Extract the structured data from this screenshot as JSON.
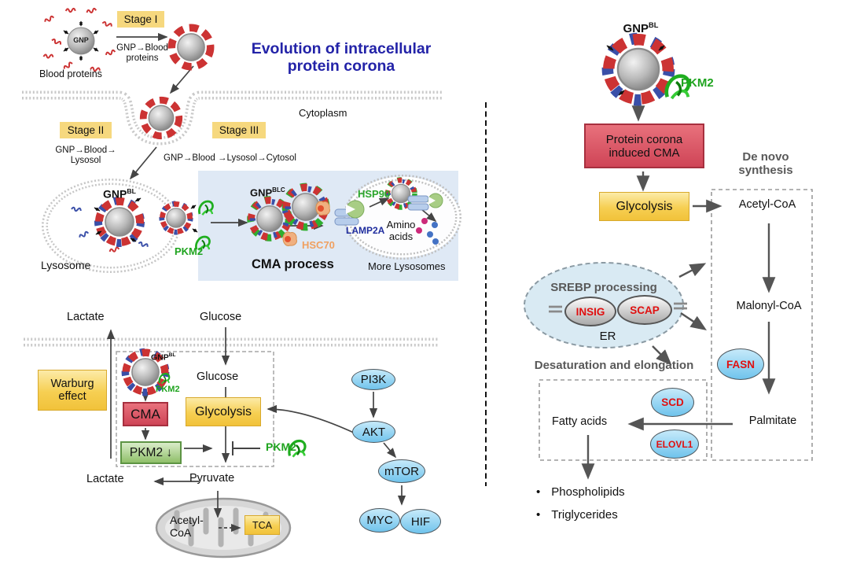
{
  "colors": {
    "stage_label_bg": "#f6d87e",
    "title_blue": "#2323a8",
    "panel_blue": "#dfe9f5",
    "box_yellow": "#f5c843",
    "box_red": "#d94f5f",
    "box_green": "#9cc273",
    "node_blue": "#8fd0f0",
    "text_green": "#1fa41f",
    "text_red": "#e01010",
    "text_gray": "#595959",
    "hsc70_orange": "#f0a060",
    "lamp2a_blue": "#1f2d9e",
    "hsp90_green": "#2ba52b"
  },
  "left_top": {
    "stage1": {
      "label": "Stage I",
      "sub1": "GNP→Blood",
      "sub2": "proteins"
    },
    "gnp": "GNP",
    "blood_proteins": "Blood proteins",
    "title1": "Evolution of intracellular",
    "title2": "protein corona",
    "cytoplasm": "Cytoplasm",
    "stage2": {
      "label": "Stage II",
      "sub1": "GNP→Blood→",
      "sub2": "Lysosol"
    },
    "stage3": {
      "label": "Stage III",
      "sub": "GNP→Blood →Lysosol→Cytosol"
    },
    "gnp_bl": {
      "base": "GNP",
      "sup": "BL"
    },
    "pkm2": "PKM2",
    "lysosome": "Lysosome",
    "cma": {
      "gnp_blc": {
        "base": "GNP",
        "sup": "BLC"
      },
      "hsc70": "HSC70",
      "hsp90": "HSP90",
      "lamp2a": "LAMP2A",
      "amino1": "Amino",
      "amino2": "acids",
      "process": "CMA process",
      "more": "More Lysosomes"
    }
  },
  "left_bottom": {
    "lactate_top": "Lactate",
    "glucose_top": "Glucose",
    "warburg1": "Warburg",
    "warburg2": "effect",
    "gnp_bl": {
      "base": "GNP",
      "sup": "BL"
    },
    "pkm2_small": "PKM2",
    "cma": "CMA",
    "pkm2_down": "PKM2 ↓",
    "glucose": "Glucose",
    "glycolysis": "Glycolysis",
    "pkm2_inhibitor": "PKM2",
    "pyruvate": "Pyruvate",
    "lactate": "Lactate",
    "acetyl1": "Acetyl-",
    "acetyl2": "CoA",
    "tca": "TCA",
    "nodes": {
      "pi3k": "PI3K",
      "akt": "AKT",
      "mtor": "mTOR",
      "myc": "MYC",
      "hif": "HIF"
    }
  },
  "right": {
    "gnp_bl": {
      "base": "GNP",
      "sup": "BL"
    },
    "pkm2": "PKM2",
    "corona_cma1": "Protein corona",
    "corona_cma2": "induced CMA",
    "glycolysis": "Glycolysis",
    "de_novo1": "De novo",
    "de_novo2": "synthesis",
    "acetyl": "Acetyl-CoA",
    "malonyl": "Malonyl-CoA",
    "fasn": "FASN",
    "palmitate": "Palmitate",
    "srebp": "SREBP processing",
    "insig": "INSIG",
    "scap": "SCAP",
    "er": "ER",
    "desaturation": "Desaturation and elongation",
    "scd": "SCD",
    "elovl1": "ELOVL1",
    "fatty_acids": "Fatty acids",
    "bullet": "•",
    "products": [
      "Phospholipids",
      "Triglycerides"
    ]
  }
}
